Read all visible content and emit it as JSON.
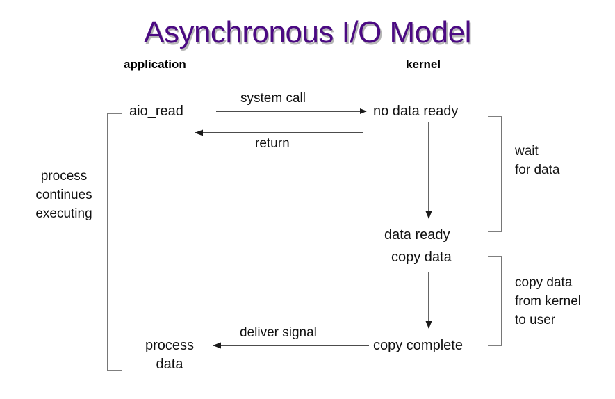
{
  "title": "Asynchronous I/O Model",
  "title_color": "#4b0a82",
  "columns": {
    "application": "application",
    "kernel": "kernel"
  },
  "nodes": {
    "aio_read": "aio_read",
    "no_data_ready": "no data ready",
    "data_ready": "data ready",
    "copy_data": "copy data",
    "copy_complete": "copy complete",
    "process_data_line1": "process",
    "process_data_line2": "data"
  },
  "edges": {
    "system_call": "system call",
    "return": "return",
    "deliver_signal": "deliver signal"
  },
  "brackets": {
    "wait_line1": "wait",
    "wait_line2": "for data",
    "copy_line1": "copy data",
    "copy_line2": "from kernel",
    "copy_line3": "to user",
    "process_line1": "process",
    "process_line2": "continues",
    "process_line3": "executing"
  }
}
